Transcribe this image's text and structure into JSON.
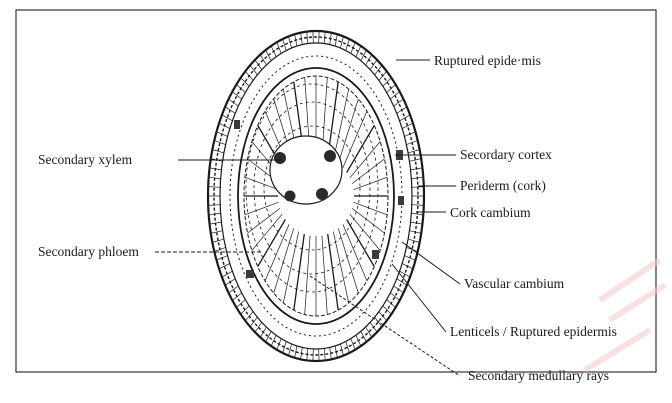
{
  "labels": {
    "ruptured_epidermis": "Ruptured epide·mis",
    "secondary_xylem": "Secondary xylem",
    "secondary_cortex": "Secordary cortex",
    "periderm": "Periderm (cork)",
    "cork_cambium": "Cork cambium",
    "secondary_phloem": "Secondary phloem",
    "vascular_cambium": "Vascular cambium",
    "lenticels": "Lenticels / Ruptured epidermis",
    "medullary_rays": "Secondary medullary rays"
  },
  "colors": {
    "ink": "#1a1a1a",
    "paper": "#ffffff",
    "frame": "#333333",
    "watermark": "#f2c9c9"
  }
}
